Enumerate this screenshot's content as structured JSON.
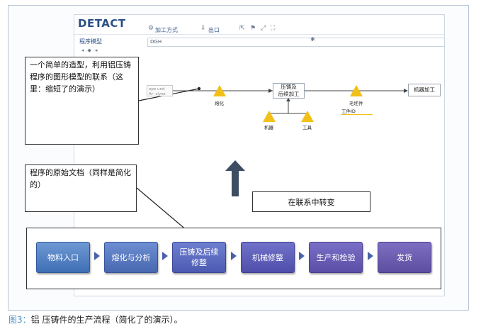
{
  "app": {
    "logo": "DETACT",
    "toolbar": {
      "process_label": "加工方式",
      "exit_label": "出口"
    },
    "subheader": "程序模型",
    "program_name": "DGH"
  },
  "model": {
    "doc_node": "ope und Ar- clyse",
    "melt_label": "熔化",
    "casting_node_line1": "压铸及",
    "casting_node_line2": "后续加工",
    "machine_label": "机器",
    "tool_label": "工具",
    "blank_label": "毛坯件",
    "workpiece_id_label": "工件ID",
    "machining_node": "机器加工"
  },
  "callouts": {
    "top": "一个简单的造型，利用铝压铸程序的图形模型的联系（这里：缩短了的演示）",
    "bottom": "程序的原始文档（同样是简化的）",
    "transform": "在联系中转变"
  },
  "process": {
    "steps": [
      "物料入口",
      "熔化与分析",
      "压铸及后续修整",
      "机械修整",
      "生产和检验",
      "发货"
    ]
  },
  "caption": {
    "label": "图3：",
    "text": "铝 压铸件的生产流程（简化了的演示）。"
  },
  "colors": {
    "accent_blue": "#3f6fb5",
    "marker_yellow": "#f2c118",
    "caption_label": "#4a8fc4"
  }
}
